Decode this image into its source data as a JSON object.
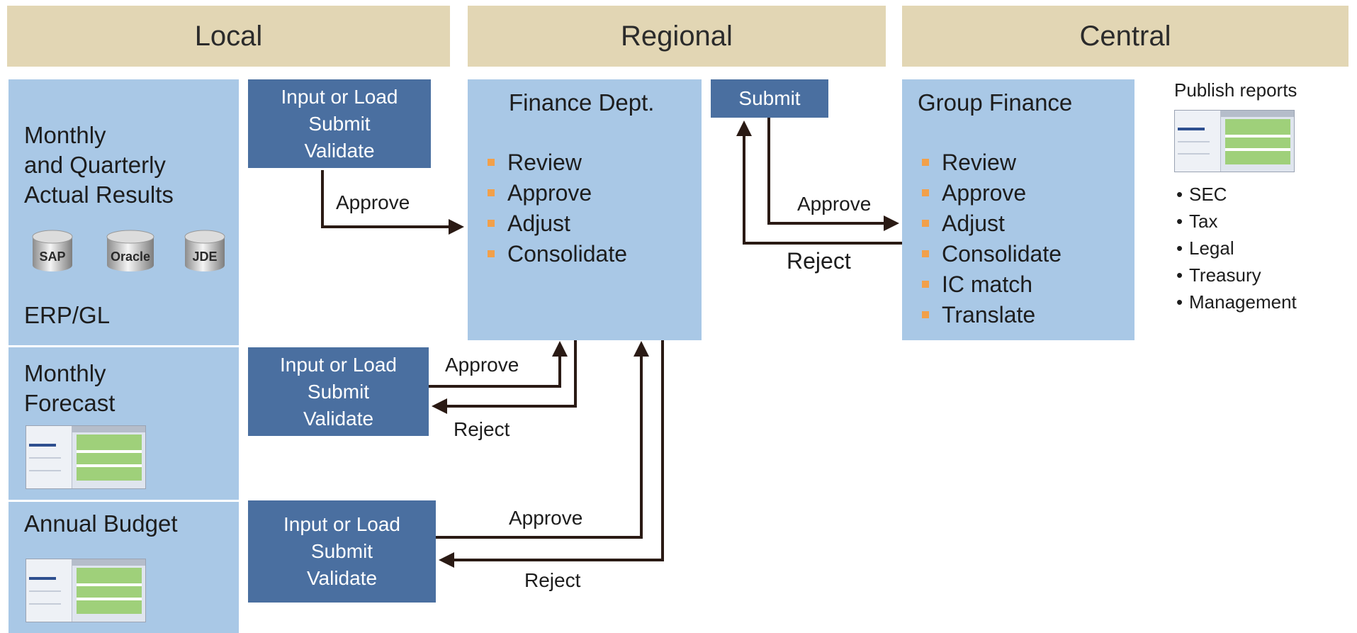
{
  "headers": {
    "local": "Local",
    "regional": "Regional",
    "central": "Central"
  },
  "local": {
    "actuals": {
      "title_lines": [
        "Monthly",
        "and Quarterly",
        "Actual Results"
      ],
      "databases": [
        "SAP",
        "Oracle",
        "JDE"
      ],
      "footer": "ERP/GL"
    },
    "forecast": {
      "title_lines": [
        "Monthly",
        "Forecast"
      ]
    },
    "budget": {
      "title": "Annual Budget"
    }
  },
  "action_box": {
    "lines": [
      "Input or Load",
      "Submit",
      "Validate"
    ]
  },
  "submit_box": "Submit",
  "finance_dept": {
    "title": "Finance Dept.",
    "items": [
      "Review",
      "Approve",
      "Adjust",
      "Consolidate"
    ]
  },
  "group_finance": {
    "title": "Group Finance",
    "items": [
      "Review",
      "Approve",
      "Adjust",
      "Consolidate",
      "IC match",
      "Translate"
    ]
  },
  "publish": {
    "title": "Publish reports",
    "items": [
      "SEC",
      "Tax",
      "Legal",
      "Treasury",
      "Management"
    ]
  },
  "labels": {
    "approve": "Approve",
    "reject": "Reject"
  },
  "colors": {
    "header": "#e2d6b4",
    "panel": "#a9c8e6",
    "action": "#4a6fa0",
    "bullet": "#f2a04a",
    "arrow": "#2a1a14"
  }
}
